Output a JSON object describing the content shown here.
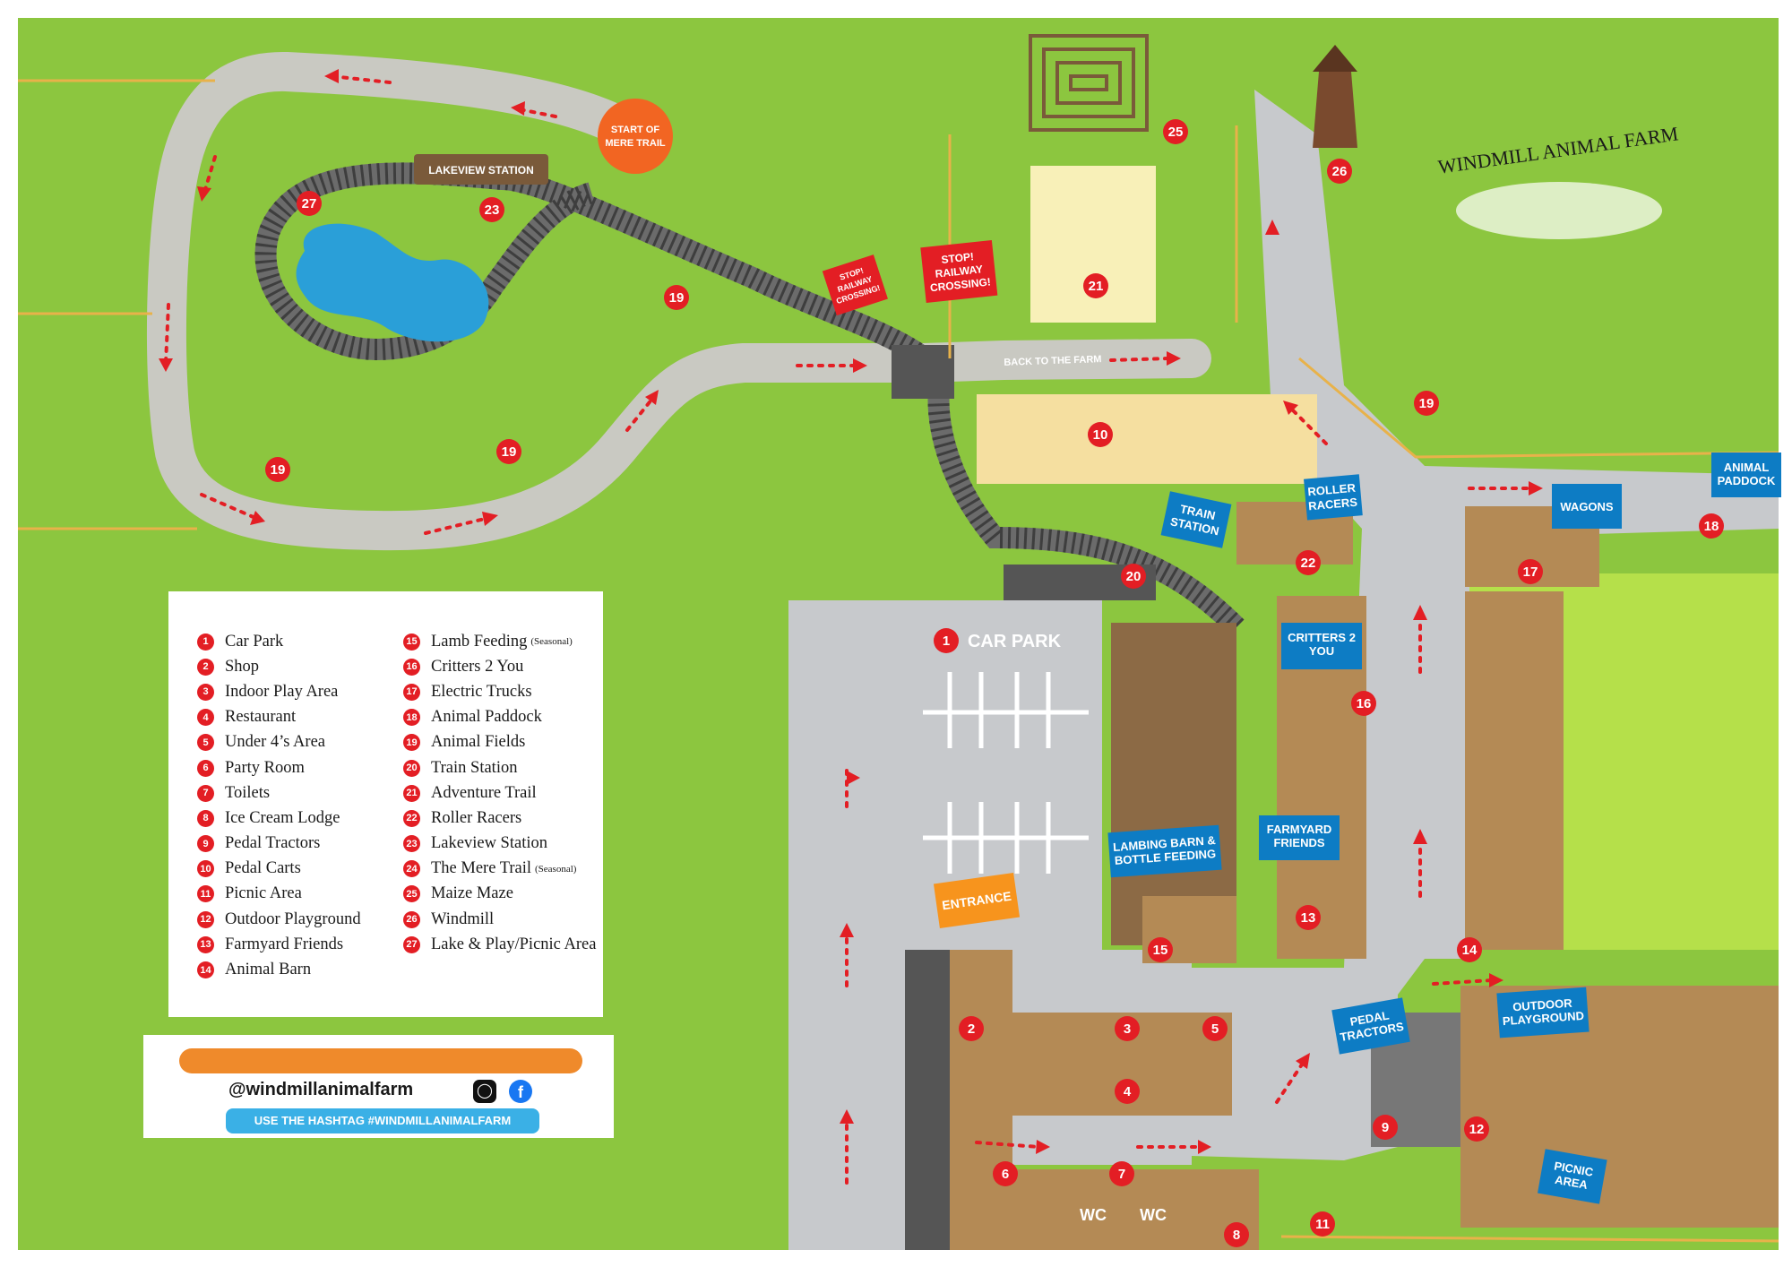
{
  "title": "WINDMILL ANIMAL FARM",
  "legend": [
    {
      "num": "1",
      "label": "Car Park"
    },
    {
      "num": "2",
      "label": "Shop"
    },
    {
      "num": "3",
      "label": "Indoor Play Area"
    },
    {
      "num": "4",
      "label": "Restaurant"
    },
    {
      "num": "5",
      "label": "Under 4’s Area"
    },
    {
      "num": "6",
      "label": "Party Room"
    },
    {
      "num": "7",
      "label": "Toilets"
    },
    {
      "num": "8",
      "label": "Ice Cream Lodge"
    },
    {
      "num": "9",
      "label": "Pedal Tractors"
    },
    {
      "num": "10",
      "label": "Pedal Carts"
    },
    {
      "num": "11",
      "label": "Picnic Area"
    },
    {
      "num": "12",
      "label": "Outdoor Playground"
    },
    {
      "num": "13",
      "label": "Farmyard Friends"
    },
    {
      "num": "14",
      "label": "Animal Barn"
    },
    {
      "num": "15",
      "label": "Lamb Feeding",
      "note": "(Seasonal)"
    },
    {
      "num": "16",
      "label": "Critters 2 You"
    },
    {
      "num": "17",
      "label": "Electric Trucks"
    },
    {
      "num": "18",
      "label": "Animal Paddock"
    },
    {
      "num": "19",
      "label": "Animal Fields"
    },
    {
      "num": "20",
      "label": "Train Station"
    },
    {
      "num": "21",
      "label": "Adventure Trail"
    },
    {
      "num": "22",
      "label": "Roller Racers"
    },
    {
      "num": "23",
      "label": "Lakeview Station"
    },
    {
      "num": "24",
      "label": "The Mere Trail",
      "note": "(Seasonal)"
    },
    {
      "num": "25",
      "label": "Maize Maze"
    },
    {
      "num": "26",
      "label": "Windmill"
    },
    {
      "num": "27",
      "label": "Lake & Play/Picnic Area"
    }
  ],
  "social": {
    "handle": "@windmillanimalfarm",
    "hashtag": "USE THE HASHTAG #WINDMILLANIMALFARM",
    "facebook_glyph": "f"
  },
  "map_labels": {
    "start_trail": [
      "START OF",
      "MERE TRAIL"
    ],
    "lakeview": "LAKEVIEW STATION",
    "stop_small": [
      "STOP!",
      "RAILWAY",
      "CROSSING!"
    ],
    "stop_big": [
      "STOP!",
      "RAILWAY",
      "CROSSING!"
    ],
    "back_to_farm": "BACK TO THE FARM",
    "car_park": "CAR PARK",
    "entrance": "ENTRANCE",
    "wc": "WC"
  },
  "signs": {
    "train_station": [
      "TRAIN",
      "STATION"
    ],
    "roller_racers": [
      "ROLLER",
      "RACERS"
    ],
    "wagons": "WAGONS",
    "animal_paddock": [
      "ANIMAL",
      "PADDOCK"
    ],
    "critters": [
      "CRITTERS 2",
      "YOU"
    ],
    "farmyard_friends": [
      "FARMYARD",
      "FRIENDS"
    ],
    "lambing_barn": [
      "LAMBING BARN &",
      "BOTTLE FEEDING"
    ],
    "pedal_tractors": [
      "PEDAL",
      "TRACTORS"
    ],
    "outdoor_playground": [
      "OUTDOOR",
      "PLAYGROUND"
    ],
    "picnic_area": [
      "PICNIC",
      "AREA"
    ]
  },
  "markers": [
    "1",
    "2",
    "3",
    "4",
    "5",
    "6",
    "7",
    "8",
    "9",
    "10",
    "11",
    "12",
    "13",
    "14",
    "15",
    "16",
    "17",
    "18",
    "19",
    "19",
    "19",
    "19",
    "19",
    "20",
    "21",
    "22",
    "23",
    "25",
    "26",
    "27"
  ],
  "colors": {
    "grass": "#8cc63f",
    "path": "#c9c9c2",
    "road": "#c7c9cc",
    "marker": "#e31e24",
    "sign": "#0d7cc4",
    "orange": "#f26522",
    "wood": "#b48a55",
    "sand": "#f5dfa0"
  }
}
